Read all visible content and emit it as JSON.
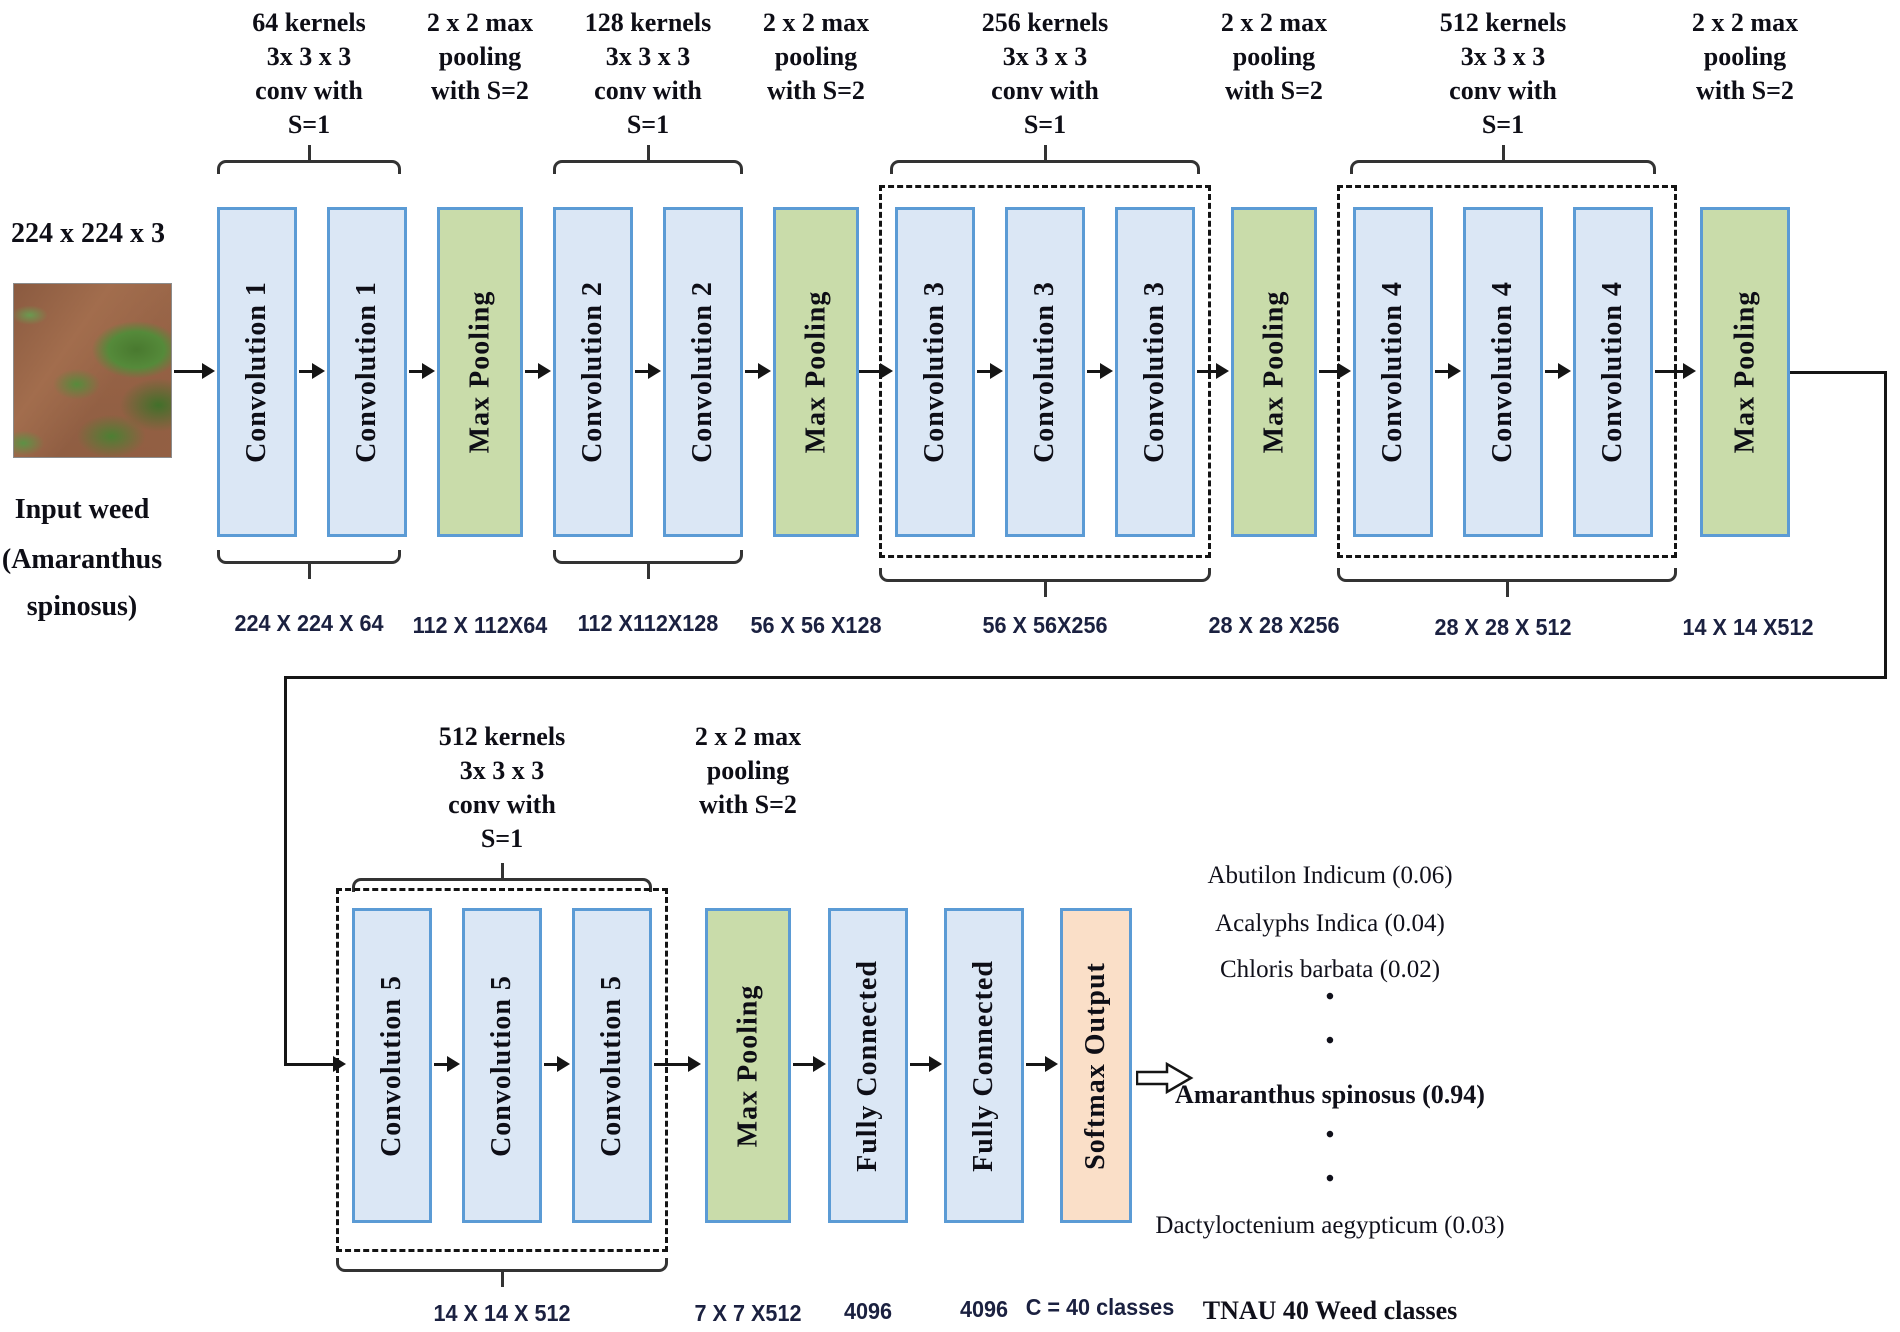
{
  "figure": {
    "name": "VGG-16 CNN weed classification architecture diagram"
  },
  "colors": {
    "conv_fill": "#dbe7f5",
    "pool_fill": "#c9dcaa",
    "softmax_fill": "#fadfc8",
    "box_border": "#5b9bd5",
    "line": "#151515",
    "dim_label": "#1b2140"
  },
  "input": {
    "dims_label": "224 x 224 x 3",
    "caption_lines": [
      "Input weed",
      "(Amaranthus",
      "spinosus)"
    ]
  },
  "row1": {
    "annotations": [
      {
        "lines": [
          "64 kernels",
          "3x 3 x 3",
          "conv with",
          "S=1"
        ]
      },
      {
        "lines": [
          "2 x 2 max",
          "pooling",
          "with S=2"
        ]
      },
      {
        "lines": [
          "128 kernels",
          "3x 3 x 3",
          "conv with",
          "S=1"
        ]
      },
      {
        "lines": [
          "2 x 2 max",
          "pooling",
          "with S=2"
        ]
      },
      {
        "lines": [
          "256 kernels",
          "3x 3 x 3",
          "conv with",
          "S=1"
        ]
      },
      {
        "lines": [
          "2 x 2 max",
          "pooling",
          "with S=2"
        ]
      },
      {
        "lines": [
          "512 kernels",
          "3x 3 x 3",
          "conv with",
          "S=1"
        ]
      },
      {
        "lines": [
          "2 x 2 max",
          "pooling",
          "with S=2"
        ]
      }
    ],
    "boxes": [
      "Convolution 1",
      "Convolution 1",
      "Max Pooling",
      "Convolution 2",
      "Convolution 2",
      "Max Pooling",
      "Convolution 3",
      "Convolution 3",
      "Convolution 3",
      "Max Pooling",
      "Convolution 4",
      "Convolution 4",
      "Convolution 4",
      "Max Pooling"
    ],
    "bottom_labels": [
      "224 X 224 X 64",
      "112 X 112X64",
      "112 X112X128",
      "56 X 56 X128",
      "56 X 56X256",
      "28 X 28 X256",
      "28 X 28 X 512",
      "14 X 14 X512"
    ]
  },
  "row2": {
    "annotations": [
      {
        "lines": [
          "512 kernels",
          "3x 3 x 3",
          "conv with",
          "S=1"
        ]
      },
      {
        "lines": [
          "2 x 2 max",
          "pooling",
          "with S=2"
        ]
      }
    ],
    "boxes": [
      "Convolution 5",
      "Convolution 5",
      "Convolution 5",
      "Max Pooling",
      "Fully Connected",
      "Fully Connected",
      "Softmax Output"
    ],
    "bottom_labels": [
      "14 X 14 X 512",
      "7 X 7 X512",
      "4096",
      "4096",
      "C = 40 classes"
    ]
  },
  "output_list": {
    "items": [
      "Abutilon Indicum (0.06)",
      "Acalyphs Indica (0.04)",
      "Chloris barbata (0.02)",
      "•",
      "•",
      "Amaranthus spinosus (0.94)",
      "•",
      "•",
      "Dactyloctenium aegypticum (0.03)"
    ],
    "footer": "TNAU 40 Weed classes"
  }
}
